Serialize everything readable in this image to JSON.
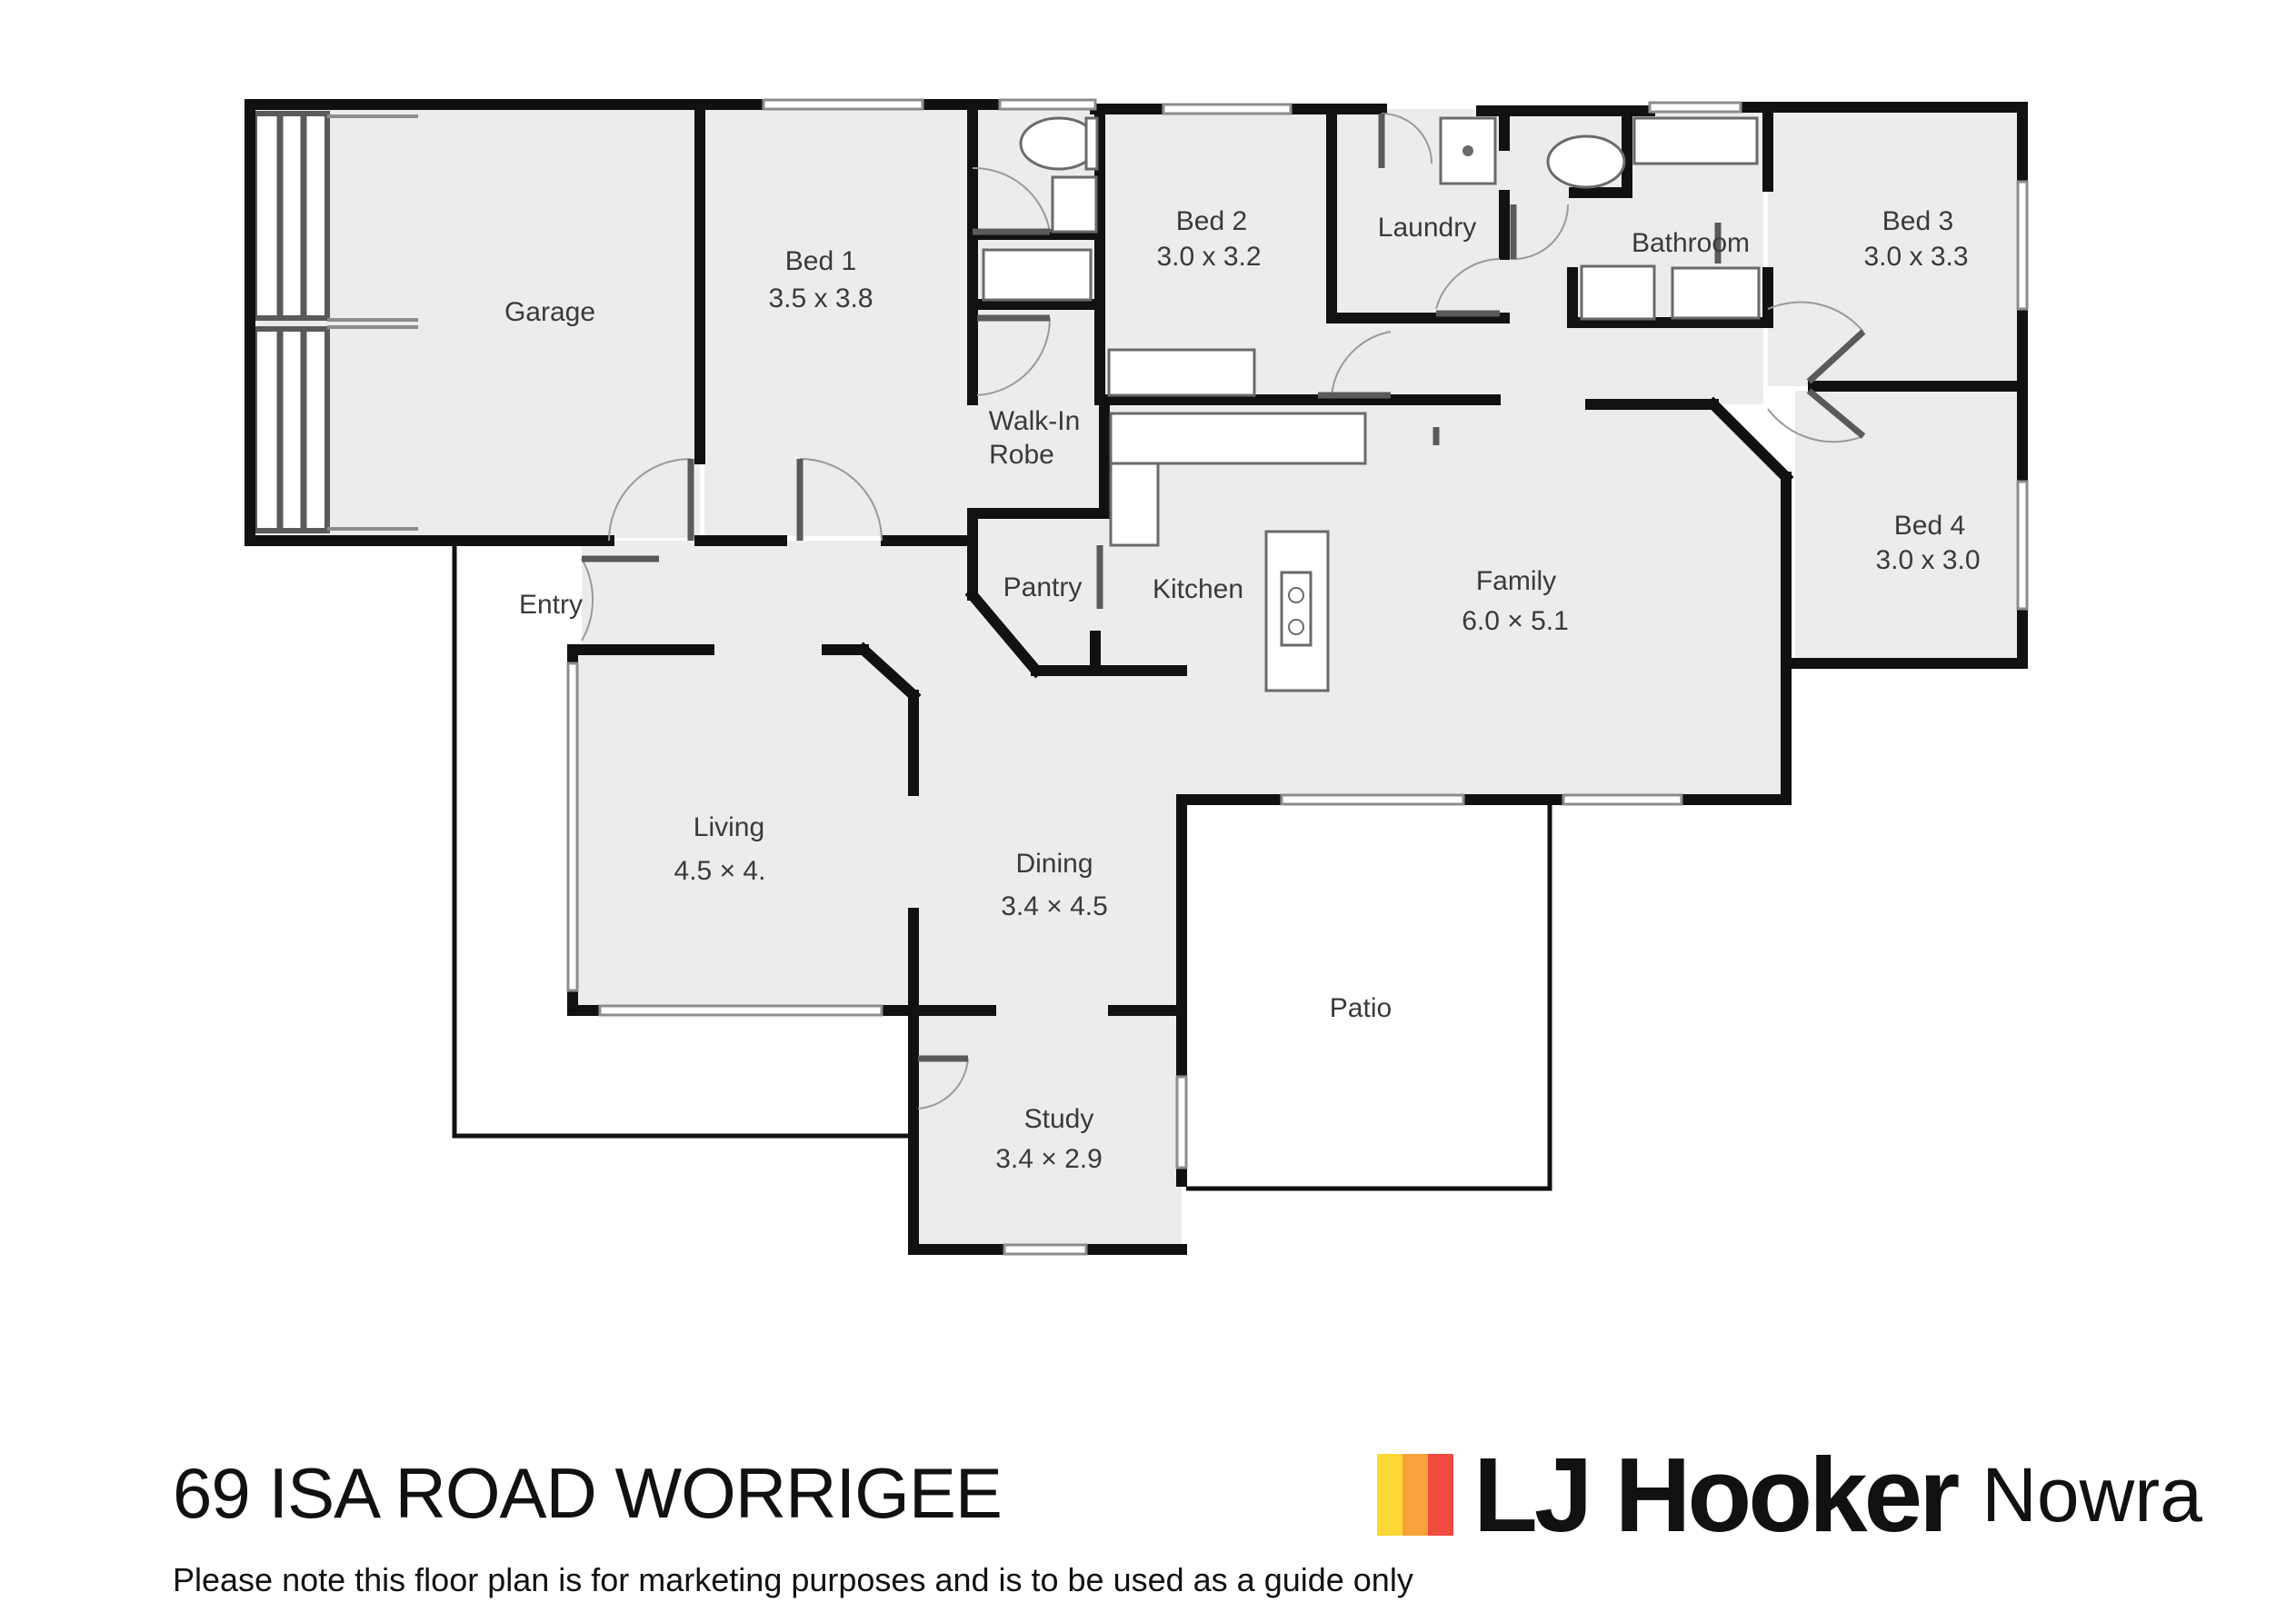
{
  "rooms": {
    "garage": {
      "name": "Garage"
    },
    "bed1": {
      "name": "Bed 1",
      "size": "3.5 x 3.8"
    },
    "walkin": {
      "line1": "Walk-In",
      "line2": "Robe"
    },
    "bed2": {
      "name": "Bed 2",
      "size": "3.0 x 3.2"
    },
    "laundry": {
      "name": "Laundry"
    },
    "bathroom": {
      "name": "Bathroom"
    },
    "bed3": {
      "name": "Bed 3",
      "size": "3.0 x 3.3"
    },
    "bed4": {
      "name": "Bed 4",
      "size": "3.0 x 3.0"
    },
    "entry": {
      "name": "Entry"
    },
    "pantry": {
      "name": "Pantry"
    },
    "kitchen": {
      "name": "Kitchen"
    },
    "family": {
      "name": "Family",
      "size": "6.0 × 5.1"
    },
    "living": {
      "name": "Living",
      "size": "4.5 × 4."
    },
    "dining": {
      "name": "Dining",
      "size": "3.4 × 4.5"
    },
    "patio": {
      "name": "Patio"
    },
    "study": {
      "name": "Study",
      "size": "3.4 × 2.9"
    }
  },
  "footer": {
    "address": "69 ISA ROAD WORRIGEE",
    "note": "Please note this floor plan is for marketing purposes and is to be used as a guide only"
  },
  "brand": {
    "name": "LJ Hooker",
    "office": "Nowra",
    "stripe_colors": [
      "#fdd835",
      "#f9a13a",
      "#ef4b3e"
    ]
  }
}
